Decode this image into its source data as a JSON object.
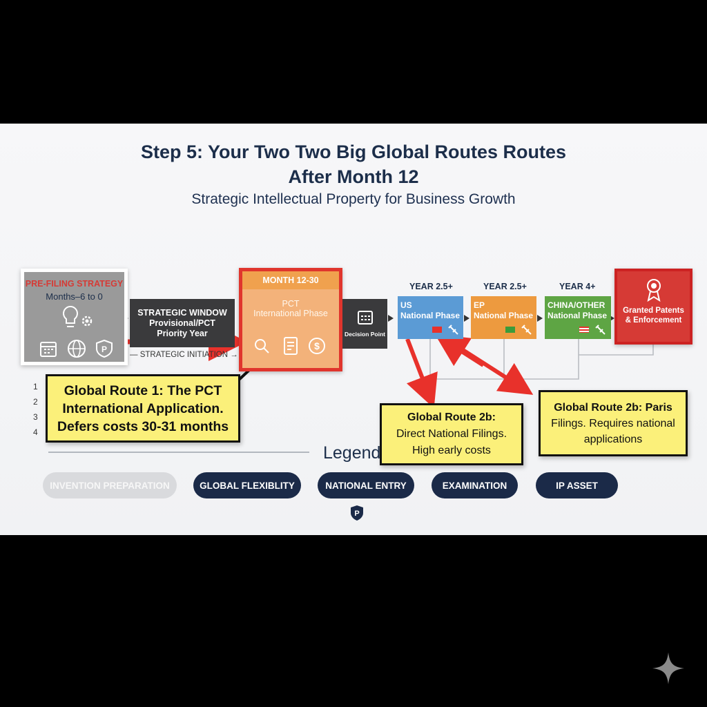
{
  "title": {
    "line1": "Step 5: Your Two Two Big Global Routes Routes",
    "line2": "After Month 12",
    "subtitle": "Strategic Intellectual Property for Business Growth"
  },
  "timeline": {
    "prefiling": {
      "label": "PRE-FILING STRATEGY",
      "months": "Months–6 to 0"
    },
    "strategic_window": {
      "line1": "STRATEGIC WINDOW",
      "line2": "Provisional/PCT",
      "line3": "Priority Year"
    },
    "strategic_initiation": "— STRATEGIC INITIATION →",
    "pct": {
      "header": "MONTH 12-30",
      "line1": "PCT",
      "line2": "International Phase"
    },
    "decision": "Decision Point",
    "years": [
      "YEAR 2.5+",
      "YEAR 2.5+",
      "YEAR 4+"
    ],
    "us": {
      "line1": "US",
      "line2": "National Phase"
    },
    "ep": {
      "line1": "EP",
      "line2": "National Phase"
    },
    "china": {
      "line1": "CHINA/OTHER",
      "line2": "National Phase"
    },
    "granted": {
      "line1": "Granted Patents",
      "line2": "& Enforcement"
    }
  },
  "callouts": {
    "route1": [
      "Global Route 1: The PCT",
      "International Application.",
      "Defers costs 30-31 months"
    ],
    "route2b_direct": [
      "Global Route 2b:",
      "Direct National Filings.",
      "High early costs"
    ],
    "route2b_paris": [
      "Global Route 2b: Paris",
      "Filings. Requires national",
      "applications"
    ]
  },
  "legend": {
    "title": "Legend",
    "items": [
      "INVENTION PREPARATION",
      "GLOBAL FLEXIBLITY",
      "NATIONAL ENTRY",
      "EXAMINATION",
      "IP ASSET"
    ]
  },
  "bullets": [
    "1",
    "2",
    "3",
    "4"
  ],
  "icons": [
    "lightbulb-icon",
    "gear-icon",
    "calendar-icon",
    "globe-icon",
    "patent-shield-icon",
    "search-icon",
    "document-icon",
    "dollar-icon",
    "award-ribbon-icon",
    "gavel-icon",
    "flag-icon",
    "brand-logo-icon",
    "sparkle-icon"
  ],
  "colors": {
    "navy": "#1b2a48",
    "red": "#d63a35",
    "orange": "#f0a14e",
    "blue": "#5b9bd5",
    "ep_orange": "#ed9a3f",
    "green": "#5ea544",
    "grey": "#9a9a9a",
    "callout_yellow": "#fbf07a"
  }
}
